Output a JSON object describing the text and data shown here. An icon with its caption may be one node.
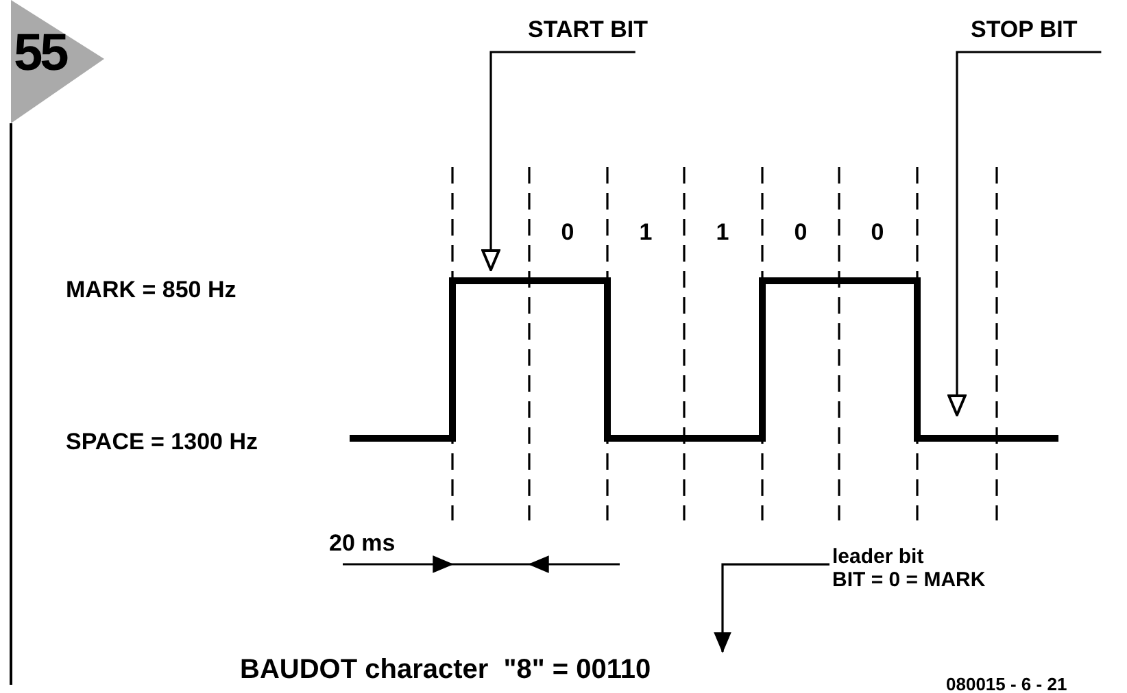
{
  "diagram": {
    "nodes": [
      {
        "text": [
          "START BIT"
        ]
      },
      {
        "text": [
          "STOP BIT"
        ]
      },
      {
        "text": [
          "leader bit",
          "BIT = 0 = MARK"
        ]
      },
      {
        "text": [
          "BAUDOT character  \"8\" = 00110"
        ]
      }
    ],
    "edges": [
      {
        "from": 0,
        "to": null,
        "arrow": "to"
      },
      {
        "from": 1,
        "to": null,
        "arrow": "to"
      },
      {
        "from": 2,
        "to": 3,
        "arrow": "to"
      }
    ],
    "labels": [
      "55",
      "0",
      "1",
      "1",
      "0",
      "0",
      "MARK = 850 Hz",
      "SPACE = 1300 Hz",
      "20 ms",
      "080015 - 6 - 21"
    ]
  }
}
